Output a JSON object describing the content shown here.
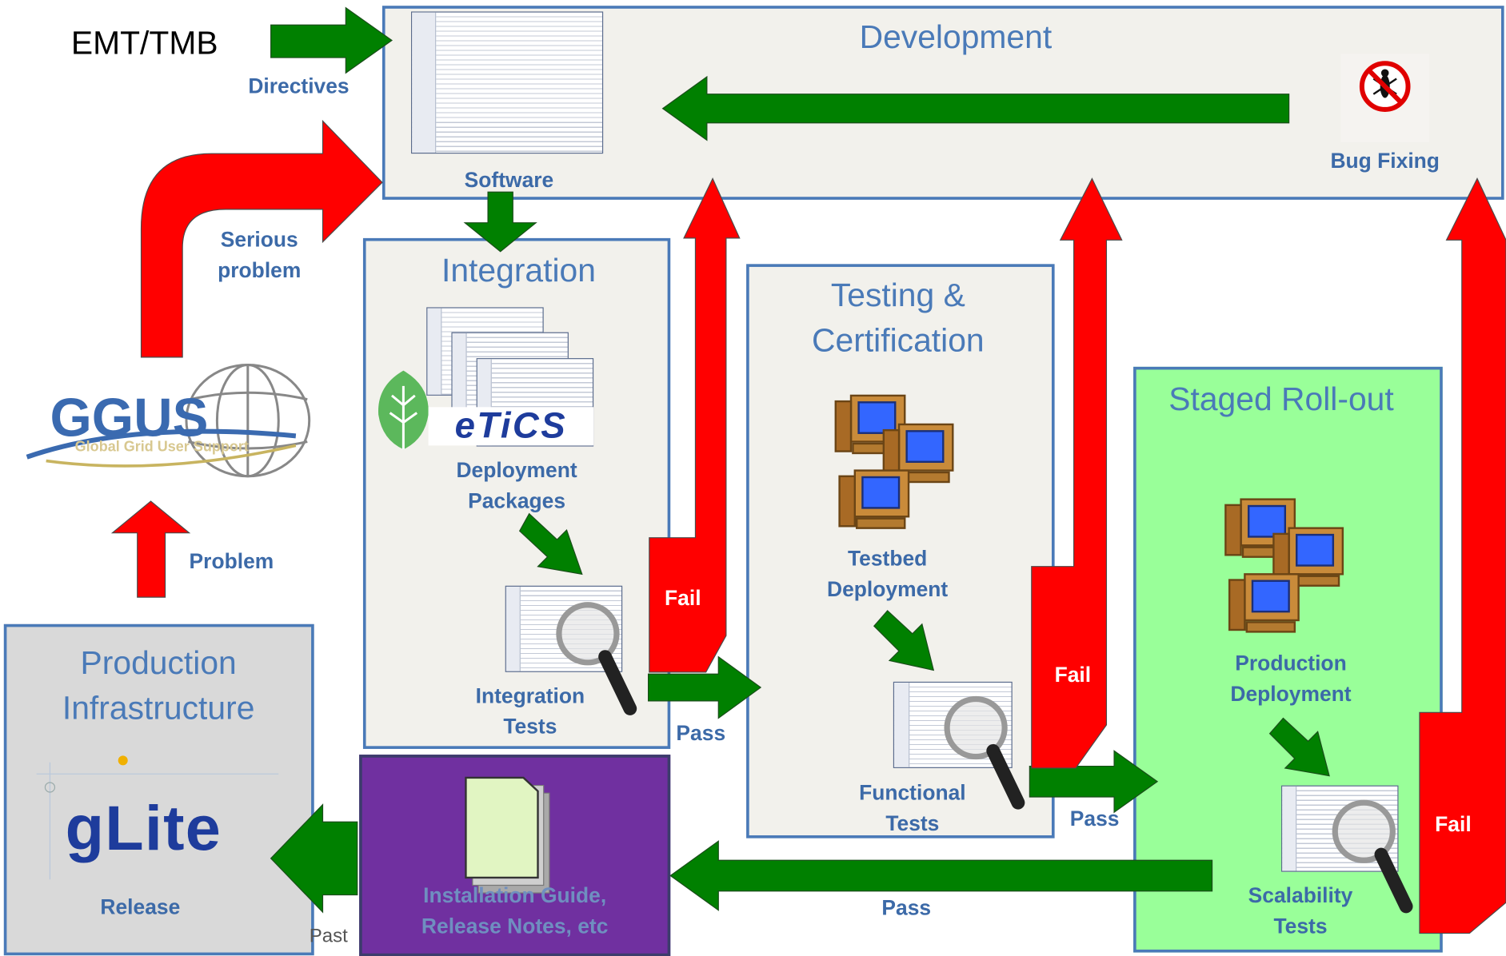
{
  "boxes": {
    "development": "Development",
    "integration": "Integration",
    "testing": "Testing &\nCertification",
    "staged": "Staged Roll-out",
    "production": "Production\nInfrastructure"
  },
  "labels": {
    "emt": "EMT/TMB",
    "directives": "Directives",
    "software": "Software",
    "bug_fixing": "Bug Fixing",
    "serious_problem": "Serious\nproblem",
    "problem": "Problem",
    "deployment_packages": "Deployment\nPackages",
    "integration_tests": "Integration\nTests",
    "testbed_deployment": "Testbed\nDeployment",
    "functional_tests": "Functional\nTests",
    "production_deployment": "Production\nDeployment",
    "scalability_tests": "Scalability\nTests",
    "installation_guide": "Installation Guide,\nRelease Notes, etc",
    "release": "Release",
    "past": "Past",
    "fail_1": "Fail",
    "fail_2": "Fail",
    "fail_3": "Fail",
    "pass_1": "Pass",
    "pass_2": "Pass",
    "pass_3": "Pass"
  },
  "logos": {
    "ggus": "GGUS",
    "ggus_sub": "Global Grid User Support",
    "etics": "eTiCS",
    "glite": "gLite"
  },
  "colors": {
    "box_border": "#4a7ab8",
    "box_fill": "#f2f1ec",
    "staged_fill": "#99ff99",
    "production_fill": "#d9d9d9",
    "docs_fill": "#7030a0",
    "arrow_green": "#008000",
    "arrow_red": "#ff0000",
    "label_blue": "#3c6aa8"
  }
}
